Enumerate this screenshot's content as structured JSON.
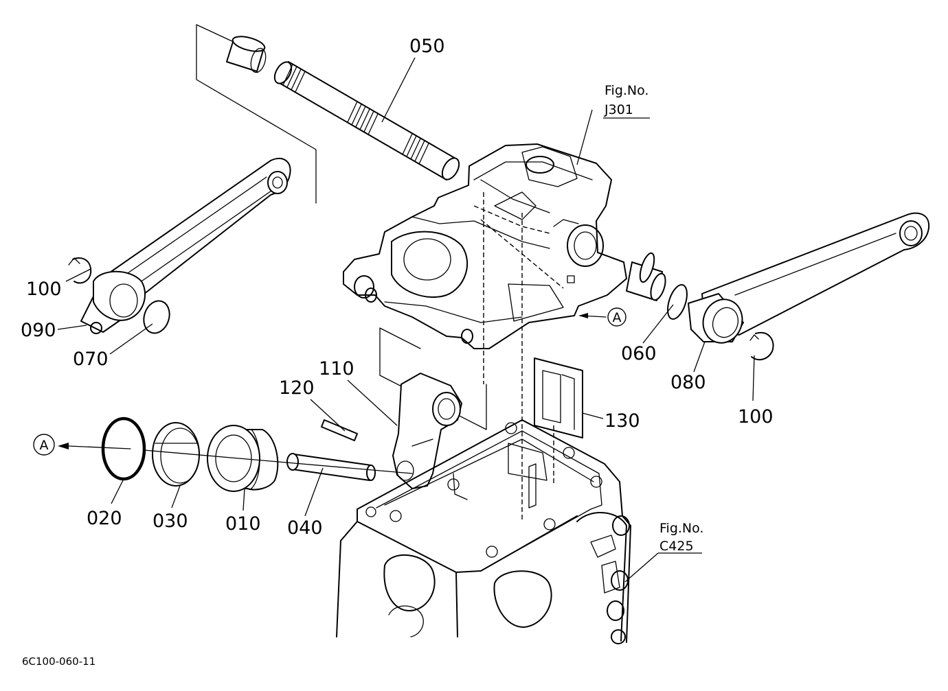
{
  "diagram": {
    "callouts": {
      "p010": "010",
      "p020": "020",
      "p030": "030",
      "p040": "040",
      "p050": "050",
      "p060": "060",
      "p070": "070",
      "p080": "080",
      "p090": "090",
      "p100_left": "100",
      "p100_right": "100",
      "p110": "110",
      "p120": "120",
      "p130": "130"
    },
    "figure_refs": {
      "j301_prefix": "Fig.No.",
      "j301_number": "J301",
      "c425_prefix": "Fig.No.",
      "c425_number": "C425"
    },
    "reference_marks": {
      "a_right": "A",
      "a_left": "A"
    },
    "drawing_code": "6C100-060-11"
  }
}
